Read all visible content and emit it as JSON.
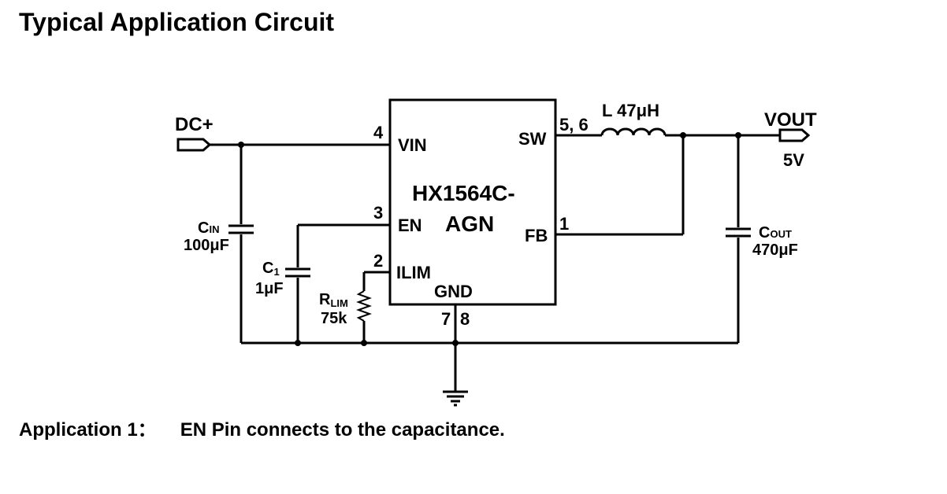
{
  "page": {
    "title": "Typical Application Circuit",
    "caption_label": "Application 1：",
    "caption_text": "EN Pin connects to the capacitance."
  },
  "circuit": {
    "ic": {
      "part_line1": "HX1564C-",
      "part_line2": "AGN",
      "pin_vin": "VIN",
      "pin_en": "EN",
      "pin_ilim": "ILIM",
      "pin_sw": "SW",
      "pin_fb": "FB",
      "pin_gnd": "GND",
      "num_vin": "4",
      "num_en": "3",
      "num_ilim": "2",
      "num_sw": "5, 6",
      "num_fb": "1",
      "num_gnd_a": "7",
      "num_gnd_b": "8"
    },
    "input": {
      "label": "DC+"
    },
    "output": {
      "label": "VOUT",
      "value": "5V"
    },
    "inductor": {
      "label": "L 47μH"
    },
    "cin": {
      "name": "C",
      "sub": "IN",
      "value": "100μF"
    },
    "c1": {
      "name": "C",
      "sub": "1",
      "value": "1μF"
    },
    "rlim": {
      "name": "R",
      "sub": "LIM",
      "value": "75k"
    },
    "cout": {
      "name": "C",
      "sub": "OUT",
      "value": "470μF"
    }
  }
}
